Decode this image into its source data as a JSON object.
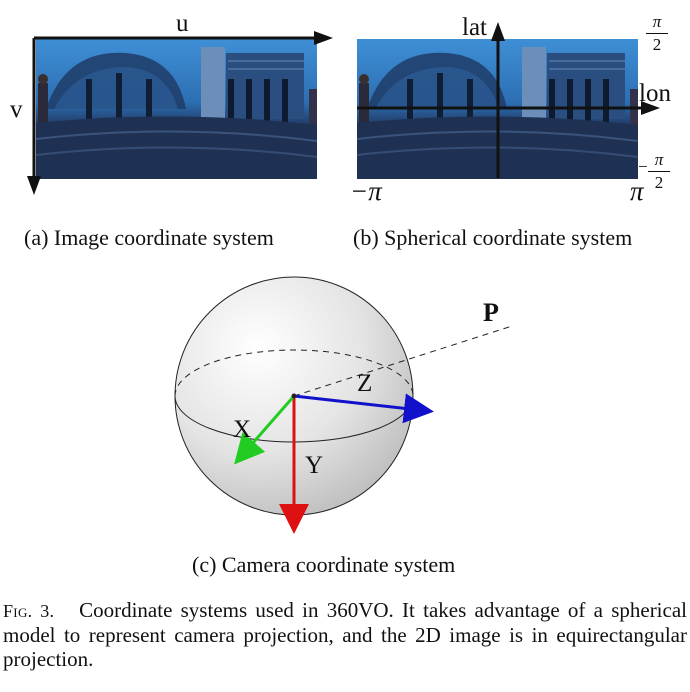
{
  "panel_a": {
    "axis_u": "u",
    "axis_v": "v",
    "caption": "(a) Image coordinate system"
  },
  "panel_b": {
    "axis_lat": "lat",
    "axis_lon": "lon",
    "lat_max": "π",
    "lat_max_den": "2",
    "lat_min": "π",
    "lat_min_den": "2",
    "lat_min_sign": "−",
    "lon_min": "−π",
    "lon_max": "π",
    "caption": "(b) Spherical coordinate system"
  },
  "panel_c": {
    "point_label": "P",
    "axis_x": "X",
    "axis_y": "Y",
    "axis_z": "Z",
    "caption": "(c) Camera coordinate system",
    "colors": {
      "x": "#22cc22",
      "y": "#dd1111",
      "z": "#1111cc"
    }
  },
  "figure_caption": {
    "label": "Fig. 3.",
    "text": "Coordinate systems used in 360VO. It takes advantage of a spherical model to represent camera projection, and the 2D image is in equirectangular projection."
  }
}
